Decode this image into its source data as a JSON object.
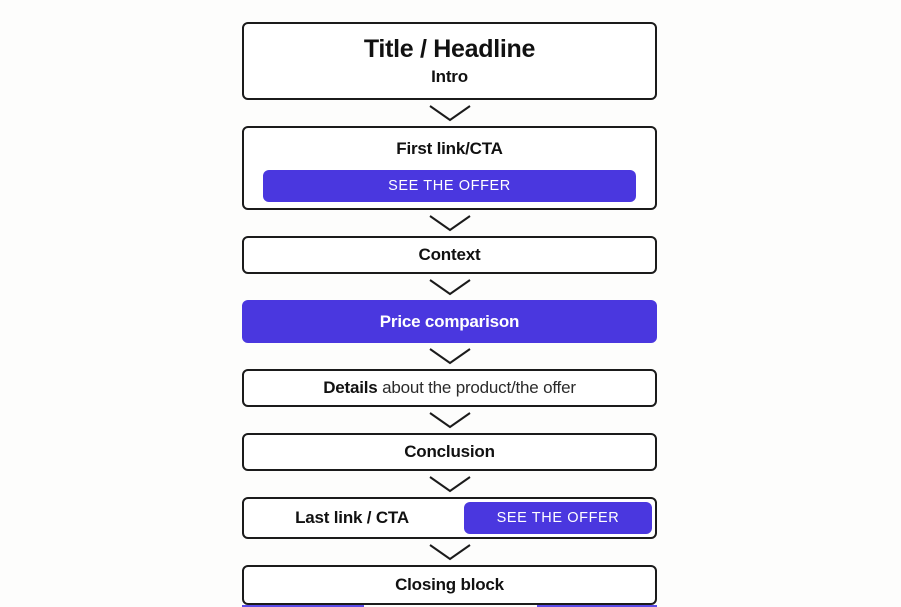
{
  "canvas": {
    "background_color": "#fdfdfc",
    "accent_color": "#4a37df",
    "border_color": "#1b1b1b",
    "underline_color": "#5b4ae8"
  },
  "flow": {
    "connector_icon": "chevron-down-icon",
    "blocks": [
      {
        "id": "title-headline",
        "type": "title",
        "headline": "Title / Headline",
        "intro": "Intro"
      },
      {
        "id": "first-link-cta",
        "type": "cta-stacked",
        "label": "First link/CTA",
        "button_label": "SEE THE OFFER"
      },
      {
        "id": "context",
        "type": "plain",
        "label": "Context"
      },
      {
        "id": "price-comparison",
        "type": "highlight",
        "label": "Price comparison"
      },
      {
        "id": "details",
        "type": "details",
        "label_strong": "Details",
        "label_rest": " about the product/the offer"
      },
      {
        "id": "conclusion",
        "type": "plain",
        "label": "Conclusion"
      },
      {
        "id": "last-link-cta",
        "type": "cta-inline",
        "label": "Last link / CTA",
        "button_label": "SEE THE OFFER"
      },
      {
        "id": "closing-block",
        "type": "closing",
        "label": "Closing block"
      }
    ]
  }
}
